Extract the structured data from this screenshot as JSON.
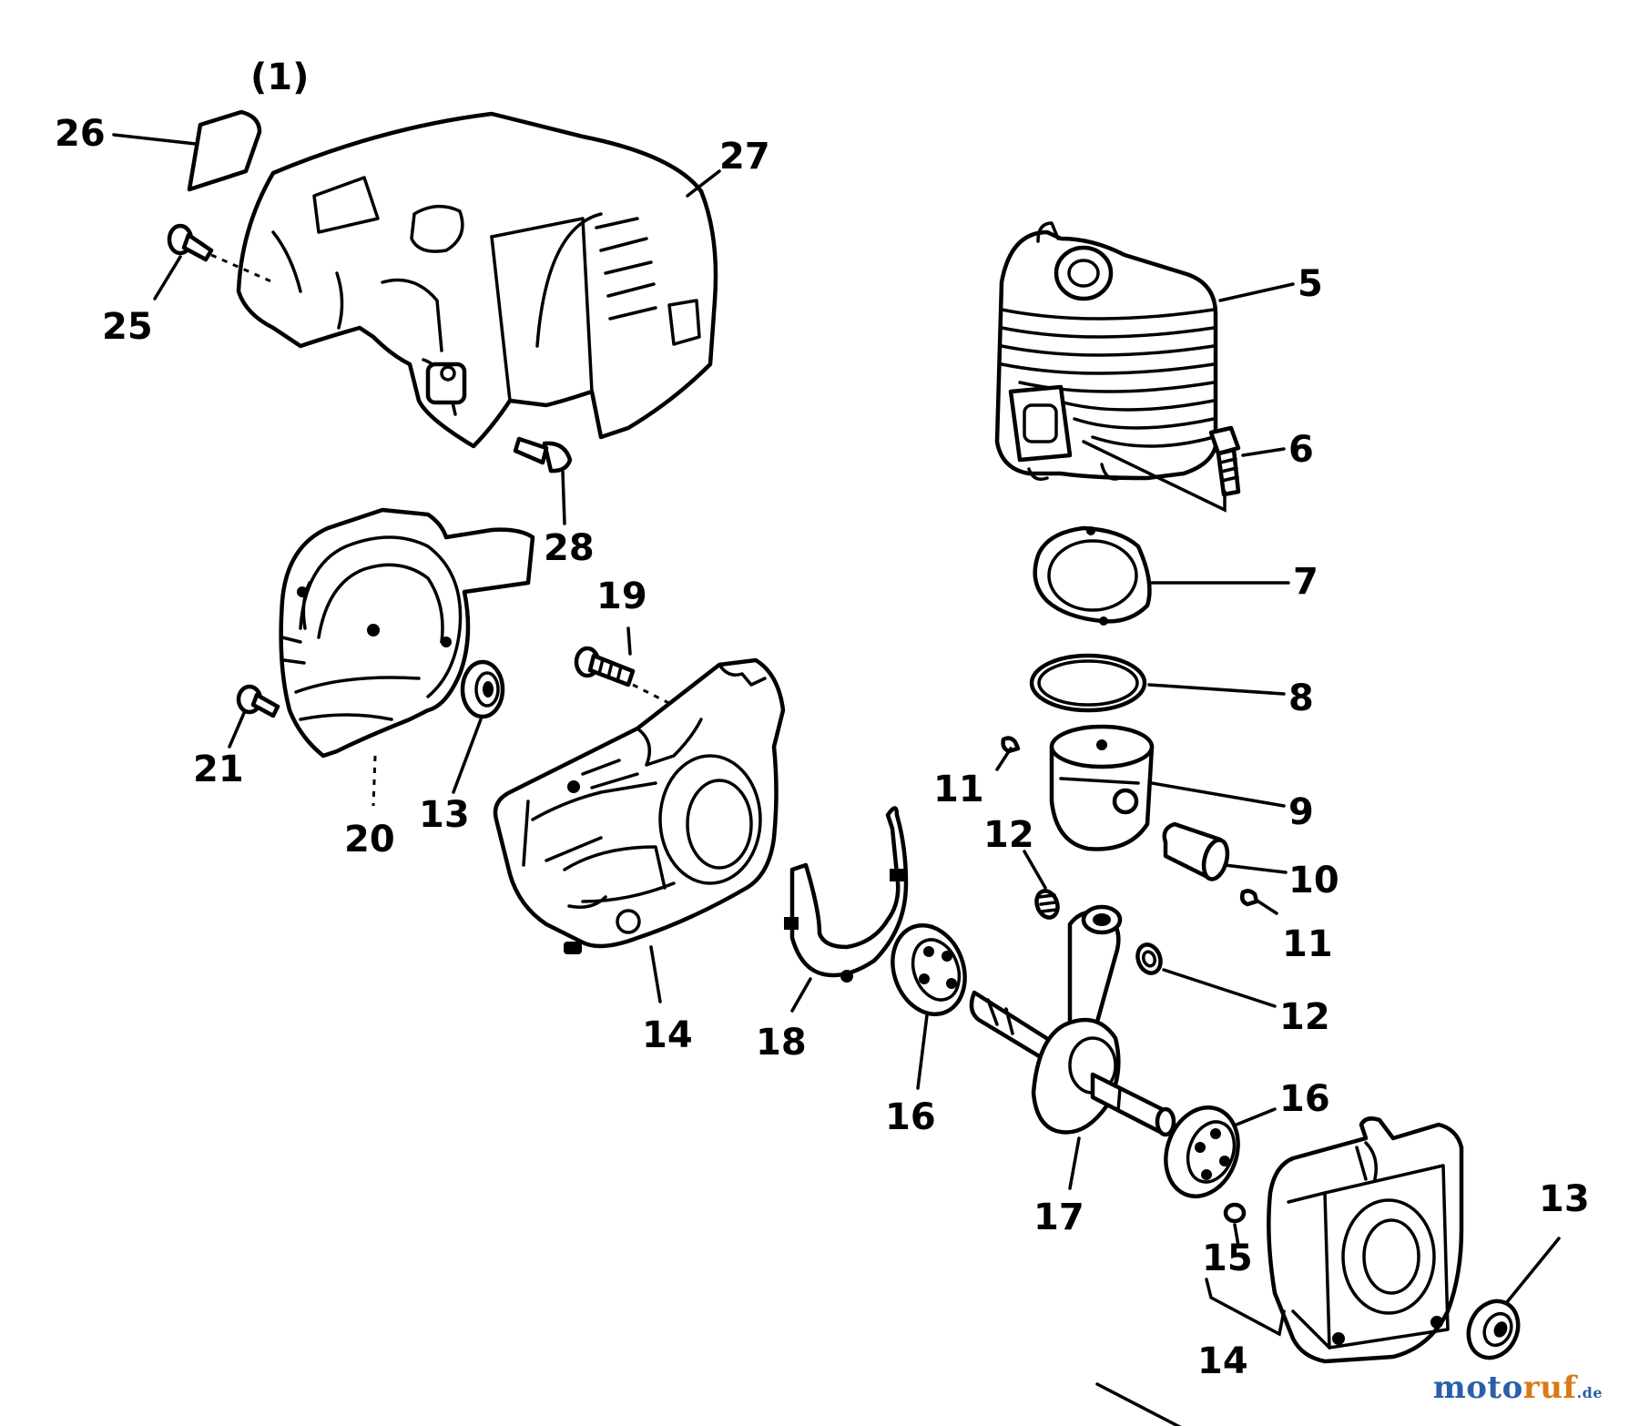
{
  "group_label": "(1)",
  "callouts": {
    "c26": "26",
    "c27": "27",
    "c25": "25",
    "c28": "28",
    "c5": "5",
    "c6": "6",
    "c7": "7",
    "c8": "8",
    "c9": "9",
    "c11a": "11",
    "c10": "10",
    "c11b": "11",
    "c12a": "12",
    "c12b": "12",
    "c19": "19",
    "c21": "21",
    "c20": "20",
    "c13a": "13",
    "c14a": "14",
    "c18": "18",
    "c16a": "16",
    "c16b": "16",
    "c17": "17",
    "c15": "15",
    "c14b": "14",
    "c13b": "13"
  },
  "watermark": {
    "part1": "moto",
    "part2": "ruf",
    "part3": ".de"
  },
  "colors": {
    "line": "#000000",
    "background": "#ffffff",
    "wm_blue": "#2b5fa8",
    "wm_orange": "#d87a1a"
  }
}
